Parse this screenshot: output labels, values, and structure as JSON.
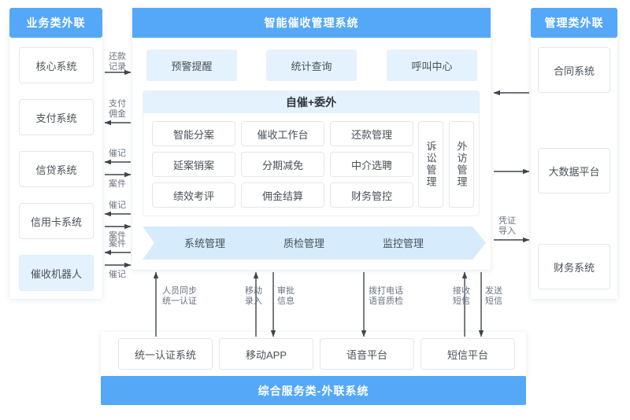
{
  "left_panel": {
    "header": "业务类外联",
    "items": [
      {
        "label": "核心系统",
        "highlight": false
      },
      {
        "label": "支付系统",
        "highlight": false
      },
      {
        "label": "信贷系统",
        "highlight": false
      },
      {
        "label": "信用卡系统",
        "highlight": false
      },
      {
        "label": "催收机器人",
        "highlight": true
      }
    ]
  },
  "left_flows": [
    {
      "label": "还款\n记录",
      "direction": "right"
    },
    {
      "label": "支付\n佣金",
      "direction": "left"
    },
    {
      "label": "催记",
      "direction": "left"
    },
    {
      "label": "案件",
      "direction": "right"
    },
    {
      "label": "催记",
      "direction": "left"
    },
    {
      "label": "案件",
      "direction": "right"
    },
    {
      "label": "案件",
      "direction": "left"
    },
    {
      "label": "催记",
      "direction": "right"
    }
  ],
  "center_panel": {
    "header": "智能催收管理系统",
    "top_modules": [
      "预警提醒",
      "统计查询",
      "呼叫中心"
    ],
    "section_title": "自催+委外",
    "grid_modules": [
      [
        "智能分案",
        "催收工作台",
        "还款管理"
      ],
      [
        "延案销案",
        "分期减免",
        "中介选聘"
      ],
      [
        "绩效考评",
        "佣金结算",
        "财务管控"
      ]
    ],
    "side_modules": [
      "诉讼管理",
      "外访管理"
    ],
    "banner_modules": [
      "系统管理",
      "质检管理",
      "监控管理"
    ]
  },
  "right_panel": {
    "header": "管理类外联",
    "items": [
      "合同系统",
      "大数据平台",
      "财务系统"
    ]
  },
  "right_flows": [
    {
      "label": "",
      "direction": "left"
    },
    {
      "label": "",
      "direction": "right"
    },
    {
      "label": "凭证\n导入",
      "direction": "right"
    }
  ],
  "bottom_panel": {
    "items": [
      "统一认证系统",
      "移动APP",
      "语音平台",
      "短信平台"
    ],
    "footer": "综合服务类-外联系统"
  },
  "bottom_flows": [
    {
      "label": "人员同步\n统一认证",
      "direction": "up"
    },
    {
      "label": "移动\n录入",
      "direction": "up"
    },
    {
      "label": "审批\n信息",
      "direction": "down"
    },
    {
      "label": "拨打电话\n语音质检",
      "direction": "down"
    },
    {
      "label": "接收\n短信",
      "direction": "up"
    },
    {
      "label": "发送\n短信",
      "direction": "down"
    }
  ],
  "colors": {
    "brand_blue": "#55a8f7",
    "light_blue": "#e4f2fd",
    "banner_blue": "#d6ebfb",
    "text_dark": "#4a5058",
    "arrow_gray": "#3f444b"
  }
}
